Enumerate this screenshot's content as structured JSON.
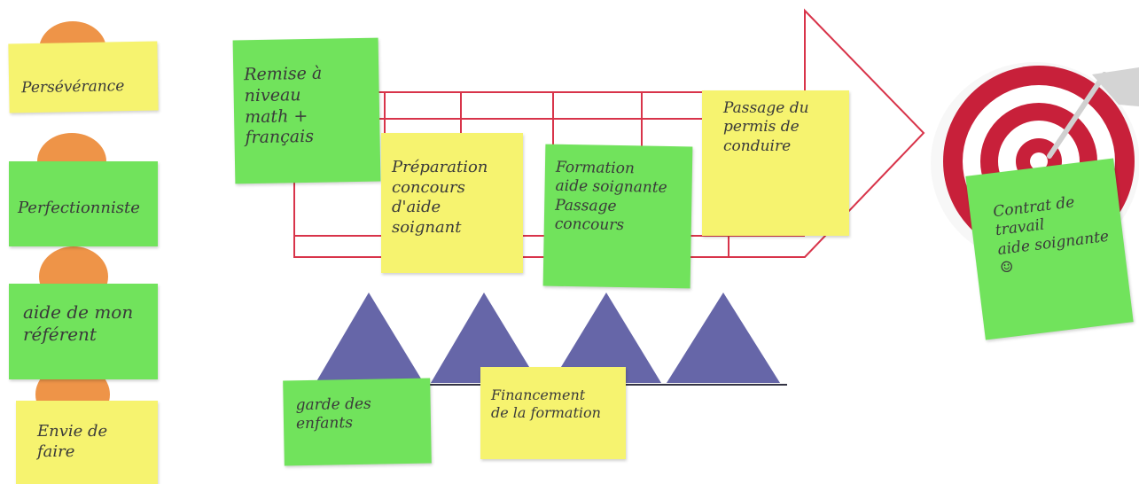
{
  "colors": {
    "yellow_note": "#f6f36f",
    "green_note": "#71e35c",
    "orange_dot": "#ee9448",
    "arrow_red": "#d8344a",
    "triangle_blue": "#6666a8"
  },
  "left_column": {
    "note1": "Persévérance",
    "note2": "Perfectionniste",
    "note3": "aide de mon\nréférent",
    "note4": "Envie de\nfaire"
  },
  "arrow_notes": {
    "remise": "Remise à\nniveau\nmath + français",
    "preparation": "Préparation\nconcours\nd'aide\nsoignant",
    "formation": "Formation\naide soignante\nPassage\nconcours",
    "permis": "Passage du\npermis de\nconduire"
  },
  "bottom_notes": {
    "garde": "garde des\nenfants",
    "financement": "Financement\nde la formation"
  },
  "target_note": {
    "text": "Contrat de\ntravail\naide soignante\n☺"
  },
  "icons": {
    "target": "target-icon",
    "dart": "dart-icon"
  }
}
